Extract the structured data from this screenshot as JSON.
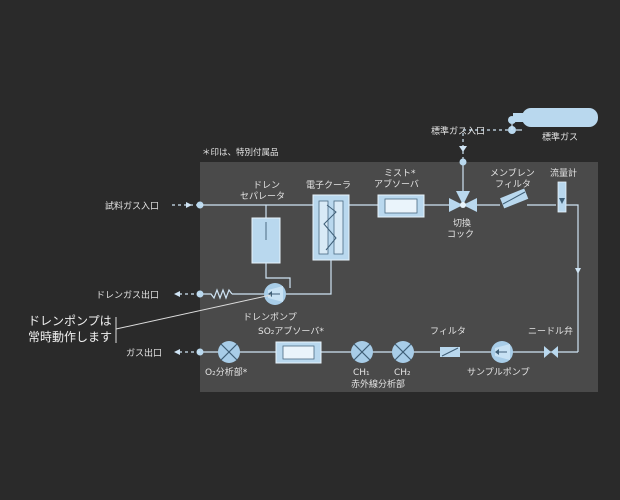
{
  "notes": {
    "optional_note": "＊印は、特別付属品"
  },
  "inlets_outlets": {
    "sample_gas_inlet": "試料ガス入口",
    "drain_gas_outlet": "ドレンガス出口",
    "gas_outlet": "ガス出口",
    "standard_gas_inlet": "標準ガス入口",
    "standard_gas": "標準ガス"
  },
  "components": {
    "drain_separator": [
      "ドレン",
      "セパレータ"
    ],
    "electronic_cooler": "電子クーラ",
    "mist_absorber": [
      "ミスト*",
      "アブソーバ"
    ],
    "membrane_filter": [
      "メンブレン",
      "フィルタ"
    ],
    "flow_meter": "流量計",
    "switch_cock": [
      "切換",
      "コック"
    ],
    "drain_pump": "ドレンポンプ",
    "needle_valve": "ニードル弁",
    "so2_absorber": "SO₂アブソーバ*",
    "filter": "フィルタ",
    "sample_pump": "サンプルポンプ",
    "o2_analyzer": "O₂分析部*",
    "ch1": "CH₁",
    "ch2": "CH₂",
    "ir_analyzer": "赤外線分析部"
  },
  "callout": {
    "lines": [
      "ドレンポンプは",
      "常時動作します"
    ]
  },
  "colors": {
    "background": "#2a2a2a",
    "panel": "#4a4a4a",
    "flow_line": "#cfe4f4",
    "component_fill": "#b9d8ee",
    "pump_fill": "#a8cde8"
  }
}
